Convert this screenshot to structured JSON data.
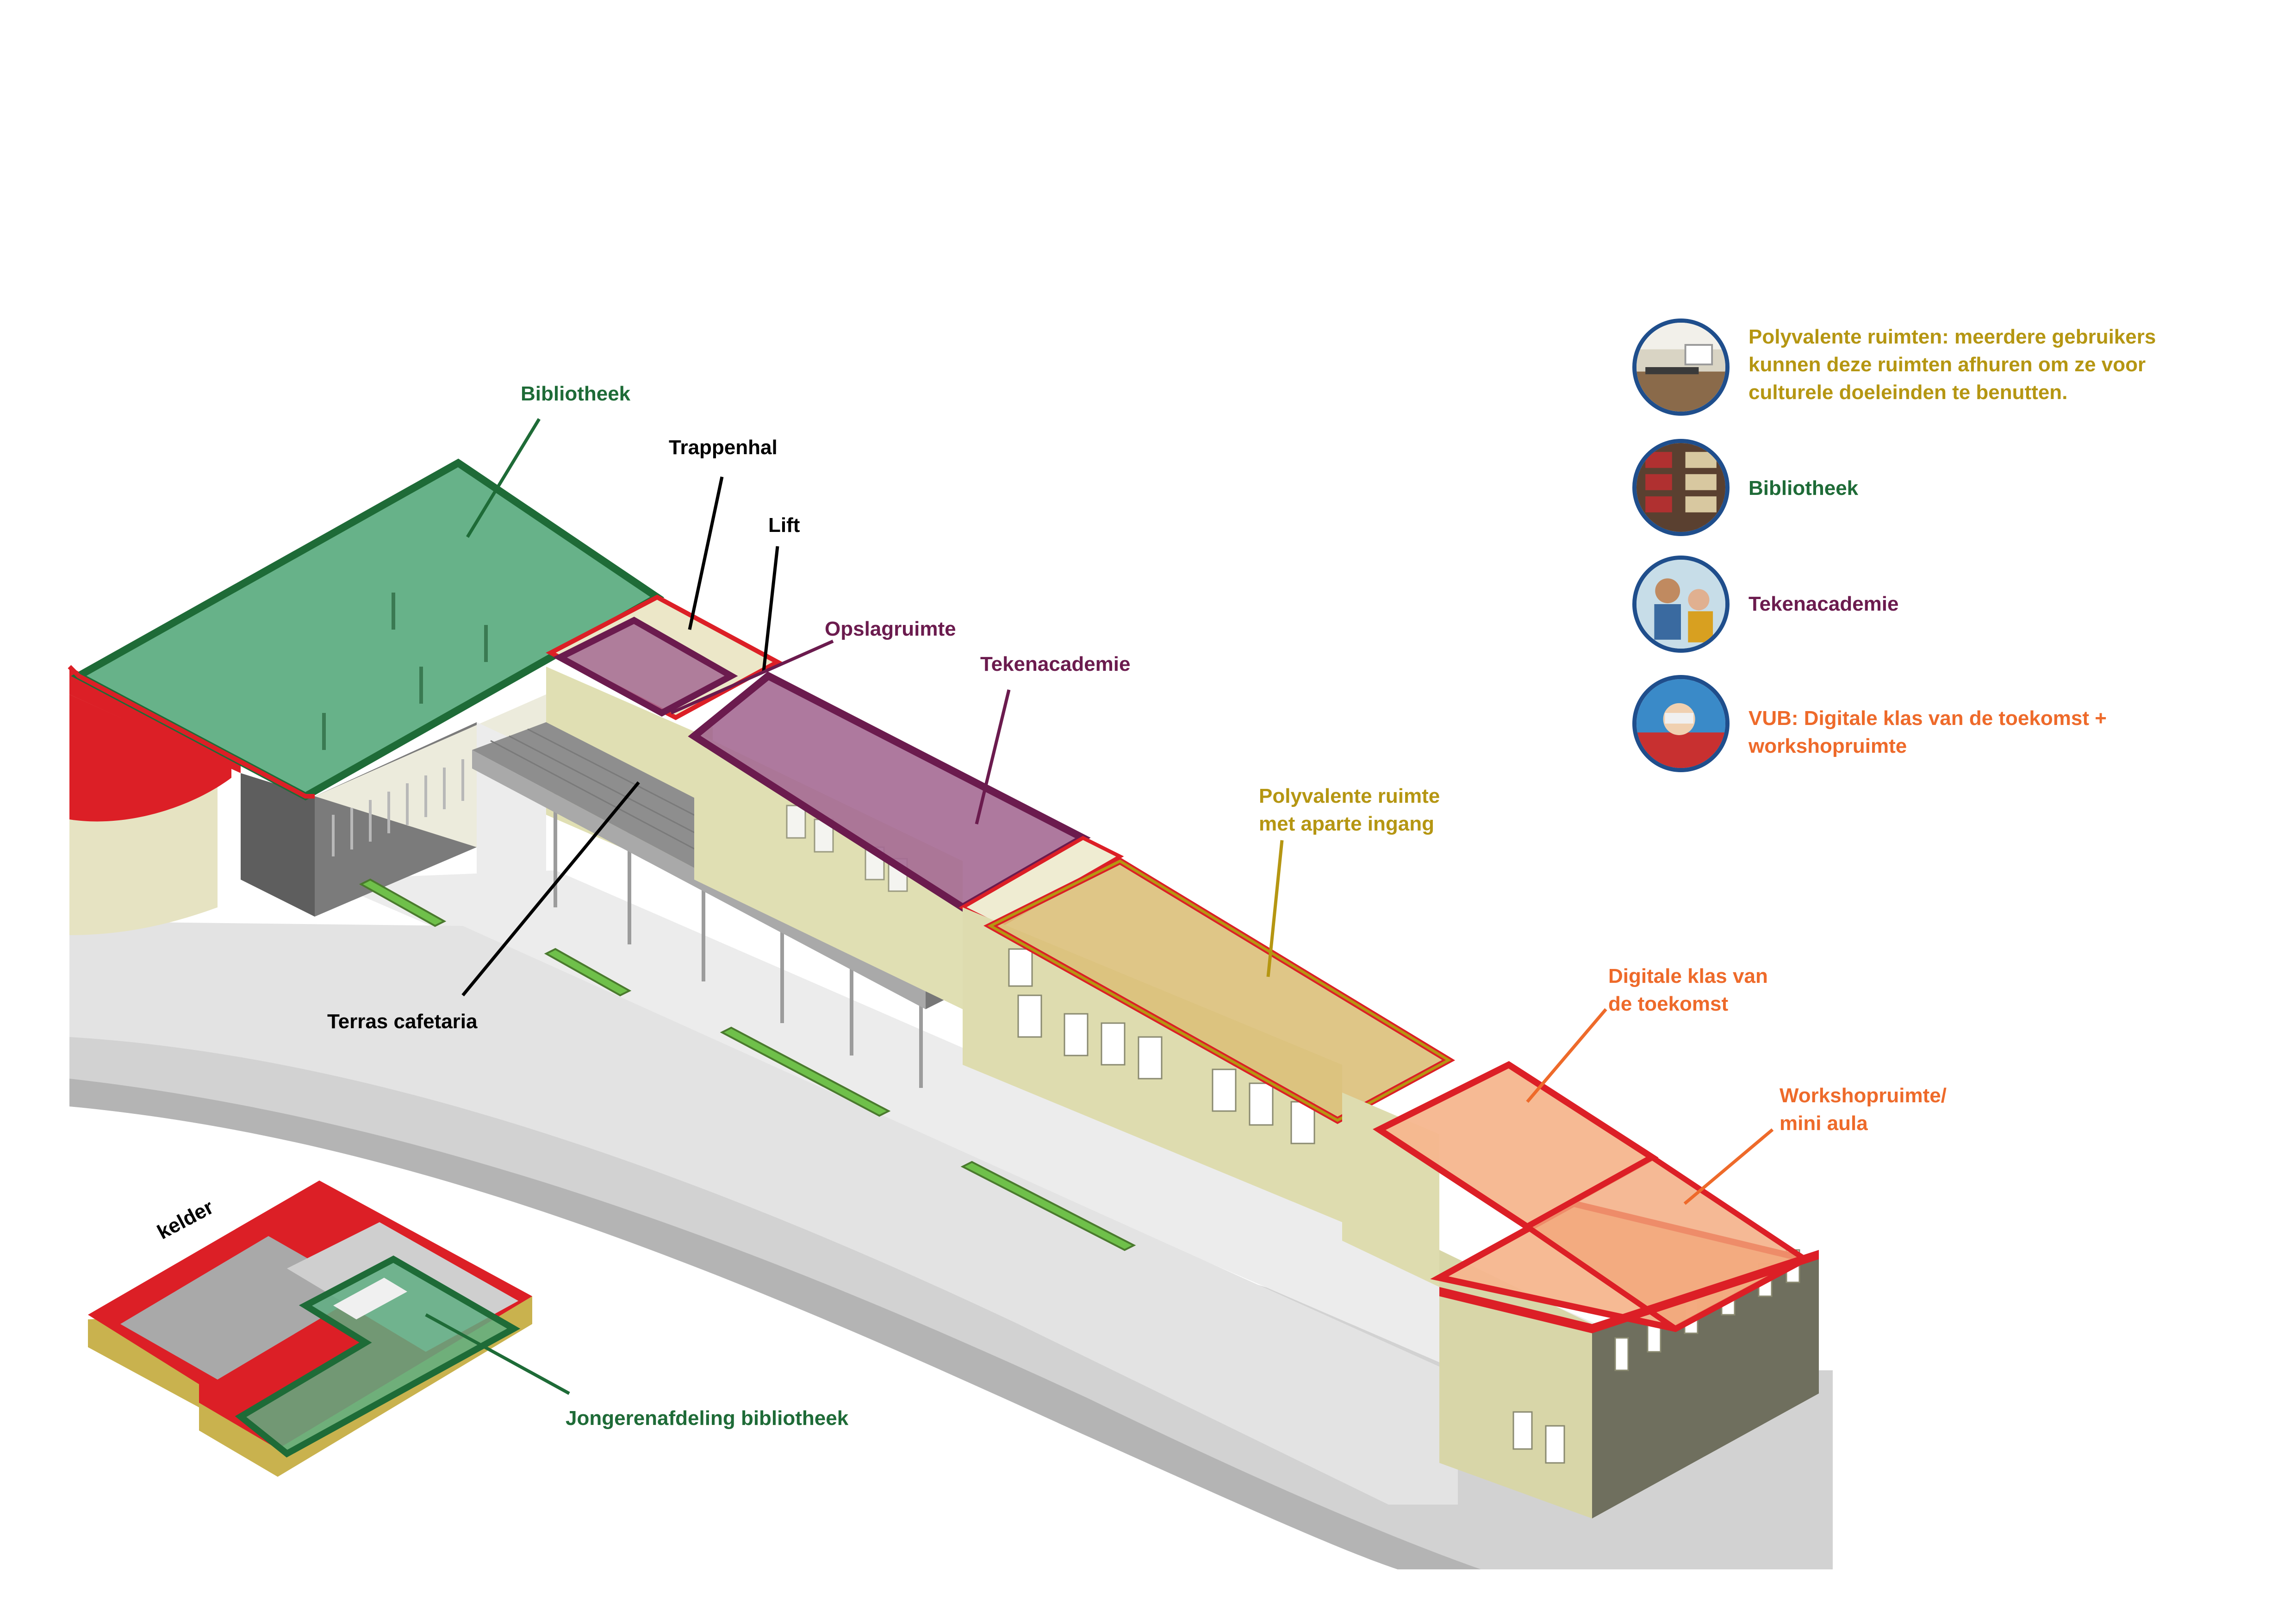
{
  "colors": {
    "bibliotheek": "#1e6b37",
    "bibliotheek_fill": "#5fae83",
    "tekenacademie": "#6b1b4e",
    "tekenacademie_fill": "#a56a93",
    "polyvalent": "#b59612",
    "polyvalent_fill": "#dcc07a",
    "vub": "#ee6a2a",
    "vub_fill": "#f6b68e",
    "wall_red": "#dc1f26",
    "facade": "#dcdcaa",
    "badge_border": "#1f4e8c"
  },
  "labels": {
    "bibliotheek": "Bibliotheek",
    "trappenhal": "Trappenhal",
    "lift": "Lift",
    "opslagruimte": "Opslagruimte",
    "tekenacademie": "Tekenacademie",
    "polyvalent_line1": "Polyvalente ruimte",
    "polyvalent_line2": "met aparte ingang",
    "digitale_line1": "Digitale klas van",
    "digitale_line2": "de toekomst",
    "workshop_line1": "Workshopruimte/",
    "workshop_line2": "mini aula",
    "terras": "Terras cafetaria",
    "kelder": "kelder",
    "jongeren": "Jongerenafdeling bibliotheek"
  },
  "legend": [
    {
      "icon": "meeting-room-photo-icon",
      "text": "Polyvalente ruimten: meerdere gebruikers kunnen deze ruimten afhuren om ze voor culturele doeleinden te benutten."
    },
    {
      "icon": "bookshelf-photo-icon",
      "text": "Bibliotheek"
    },
    {
      "icon": "children-drawing-photo-icon",
      "text": "Tekenacademie"
    },
    {
      "icon": "vr-classroom-photo-icon",
      "text": "VUB: Digitale klas van de toekomst + workshopruimte"
    }
  ]
}
